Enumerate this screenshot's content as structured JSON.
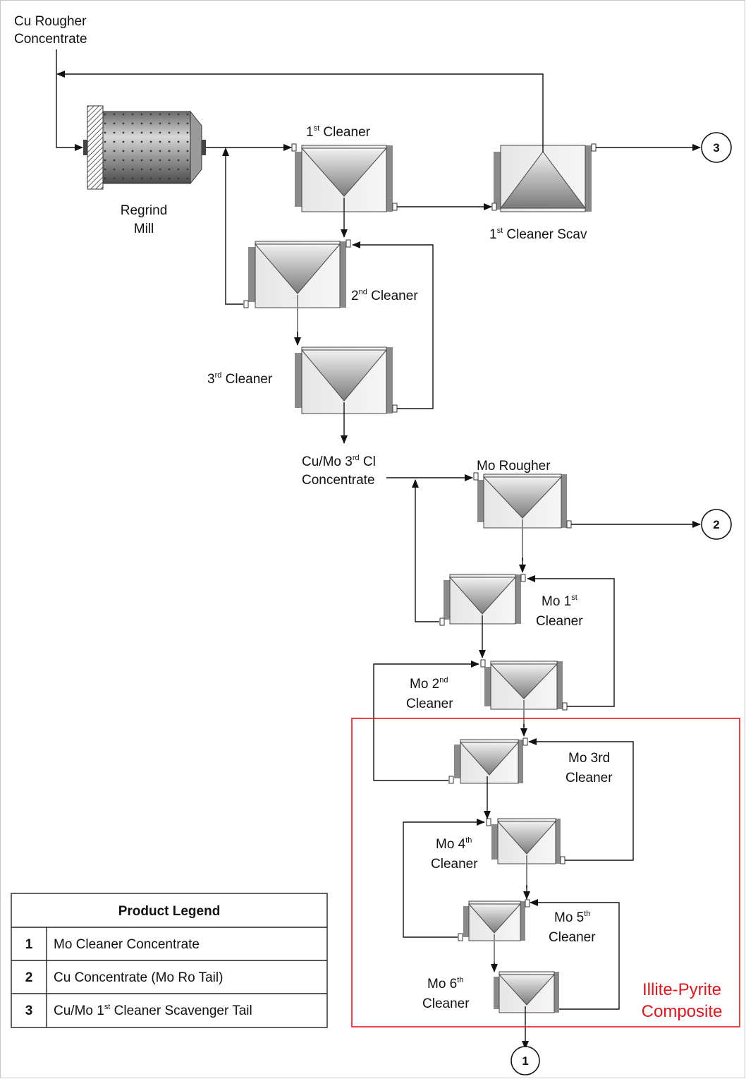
{
  "feed_label": [
    "Cu Rougher",
    "Concentrate"
  ],
  "regrind_mill_label": [
    "Regrind",
    "Mill"
  ],
  "cleaner1_label": {
    "pre": "1",
    "sup": "st",
    "post": " Cleaner"
  },
  "cleaner_scav_label": {
    "pre": "1",
    "sup": "st",
    "post": " Cleaner Scav"
  },
  "cleaner2_label": {
    "pre": "2",
    "sup": "nd",
    "post": " Cleaner"
  },
  "cleaner3_label": {
    "pre": "3",
    "sup": "rd",
    "post": " Cleaner"
  },
  "cumo_conc_label": {
    "line1_pre": "Cu/Mo 3",
    "line1_sup": "rd",
    "line1_post": " Cl",
    "line2": "Concentrate"
  },
  "mo_rougher_label": "Mo Rougher",
  "mo1_label": {
    "pre": "Mo 1",
    "sup": "st",
    "line2": "Cleaner"
  },
  "mo2_label": {
    "pre": "Mo 2",
    "sup": "nd",
    "line2": "Cleaner"
  },
  "mo3_label": {
    "line1": "Mo 3rd",
    "line2": "Cleaner"
  },
  "mo4_label": {
    "pre": "Mo 4",
    "sup": "th",
    "line2": "Cleaner"
  },
  "mo5_label": {
    "pre": "Mo 5",
    "sup": "th",
    "line2": "Cleaner"
  },
  "mo6_label": {
    "pre": "Mo 6",
    "sup": "th",
    "line2": "Cleaner"
  },
  "composite_label": [
    "Illite-Pyrite",
    "Composite"
  ],
  "composite_color": "#e8141b",
  "product_markers": [
    "1",
    "2",
    "3"
  ],
  "legend": {
    "title": "Product Legend",
    "rows": [
      {
        "num": "1",
        "text": "Mo Cleaner Concentrate"
      },
      {
        "num": "2",
        "text": "Cu Concentrate (Mo Ro Tail)"
      },
      {
        "num": "3",
        "text_pre": "Cu/Mo 1",
        "text_sup": "st",
        "text_post": " Cleaner Scavenger Tail"
      }
    ]
  }
}
